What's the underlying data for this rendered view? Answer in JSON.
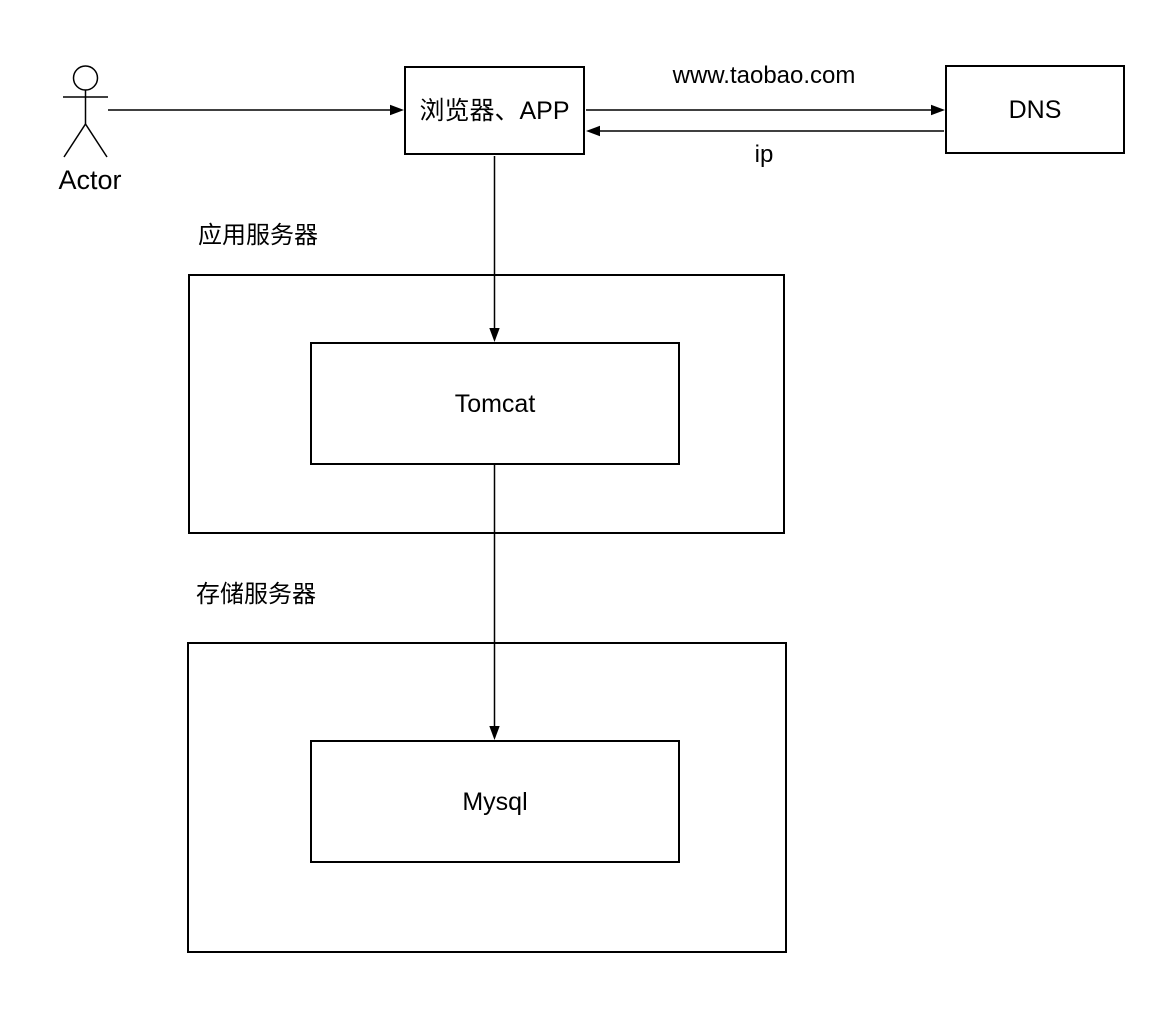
{
  "diagram": {
    "actor": {
      "label": "Actor"
    },
    "nodes": {
      "browser": {
        "label": "浏览器、APP"
      },
      "dns": {
        "label": "DNS"
      },
      "tomcat": {
        "label": "Tomcat"
      },
      "mysql": {
        "label": "Mysql"
      }
    },
    "containers": {
      "app_server": {
        "label": "应用服务器"
      },
      "storage_server": {
        "label": "存储服务器"
      }
    },
    "edges": {
      "domain_lookup": {
        "label": "www.taobao.com"
      },
      "ip_response": {
        "label": "ip"
      }
    },
    "colors": {
      "stroke": "#000000",
      "text": "#000000",
      "background": "#ffffff"
    }
  }
}
